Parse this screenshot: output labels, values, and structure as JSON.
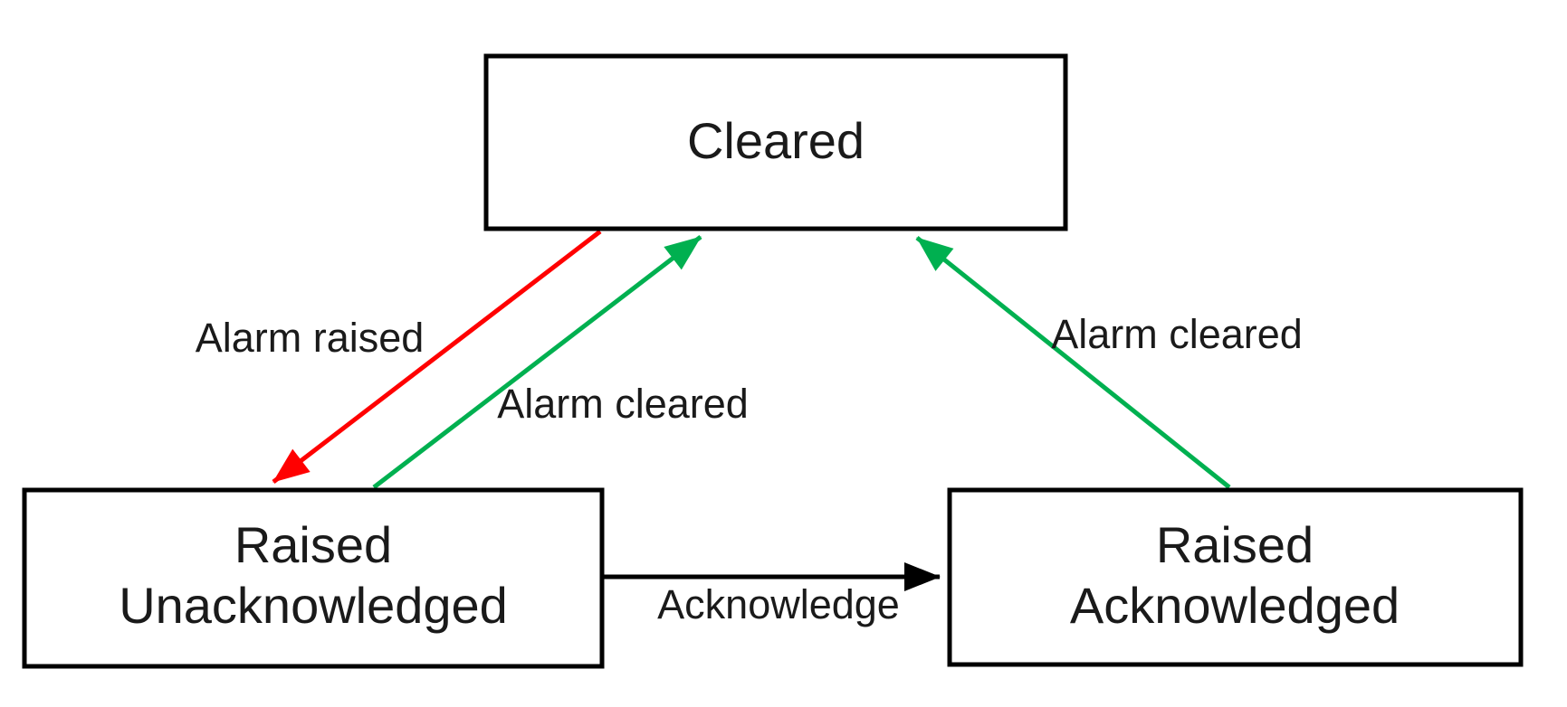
{
  "diagram": {
    "type": "state-transition-diagram",
    "colors": {
      "box_border": "#000000",
      "text": "#1a1a1a",
      "alarm_raised_red": "#ff0000",
      "alarm_cleared_green": "#00b050",
      "acknowledge_black": "#000000",
      "background": "#ffffff"
    },
    "nodes": {
      "cleared": {
        "label": "Cleared"
      },
      "raised_unacknowledged": {
        "line1": "Raised",
        "line2": "Unacknowledged"
      },
      "raised_acknowledged": {
        "line1": "Raised",
        "line2": "Acknowledged"
      }
    },
    "edges": {
      "alarm_raised": {
        "label": "Alarm raised",
        "from": "Cleared",
        "to": "Raised Unacknowledged"
      },
      "alarm_cleared_left": {
        "label": "Alarm cleared",
        "from": "Raised Unacknowledged",
        "to": "Cleared"
      },
      "alarm_cleared_right": {
        "label": "Alarm cleared",
        "from": "Raised Acknowledged",
        "to": "Cleared"
      },
      "acknowledge": {
        "label": "Acknowledge",
        "from": "Raised Unacknowledged",
        "to": "Raised Acknowledged"
      }
    }
  }
}
